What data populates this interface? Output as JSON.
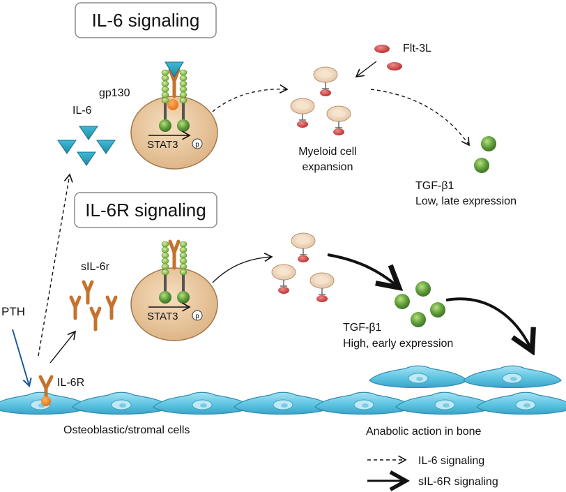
{
  "panels": {
    "il6_title": "IL-6 signaling",
    "il6r_title": "IL-6R signaling"
  },
  "labels": {
    "gp130": "gp130",
    "il6": "IL-6",
    "stat3_top": "STAT3",
    "stat3_bottom": "STAT3",
    "phospho": "p",
    "flt3l": "Flt-3L",
    "myeloid_line1": "Myeloid cell",
    "myeloid_line2": "expansion",
    "tgf_low_name": "TGF-β1",
    "tgf_low_desc": "Low, late expression",
    "sil6r": "sIL-6r",
    "pth": "PTH",
    "il6r": "IL-6R",
    "osteoblastic": "Osteoblastic/stromal cells",
    "tgf_high_name": "TGF-β1",
    "tgf_high_desc": "High, early expression",
    "anabolic": "Anabolic action in bone"
  },
  "legend": {
    "dashed_label": "IL-6 signaling",
    "solid_label": "sIL-6R signaling"
  },
  "colors": {
    "triangle": "#2fa9c4",
    "receptor": "#c4732e",
    "gp130_bead": "#8ec63f",
    "cell_body": "#ecc797",
    "cell_outline": "#a2774a",
    "myeloid": "#f1d8bd",
    "red_blob": "#cf3b3b",
    "tgf_sphere": "#5b9c3c",
    "bone_cell": "#4cb9d9",
    "pth_arrow": "#1f5a9e"
  }
}
